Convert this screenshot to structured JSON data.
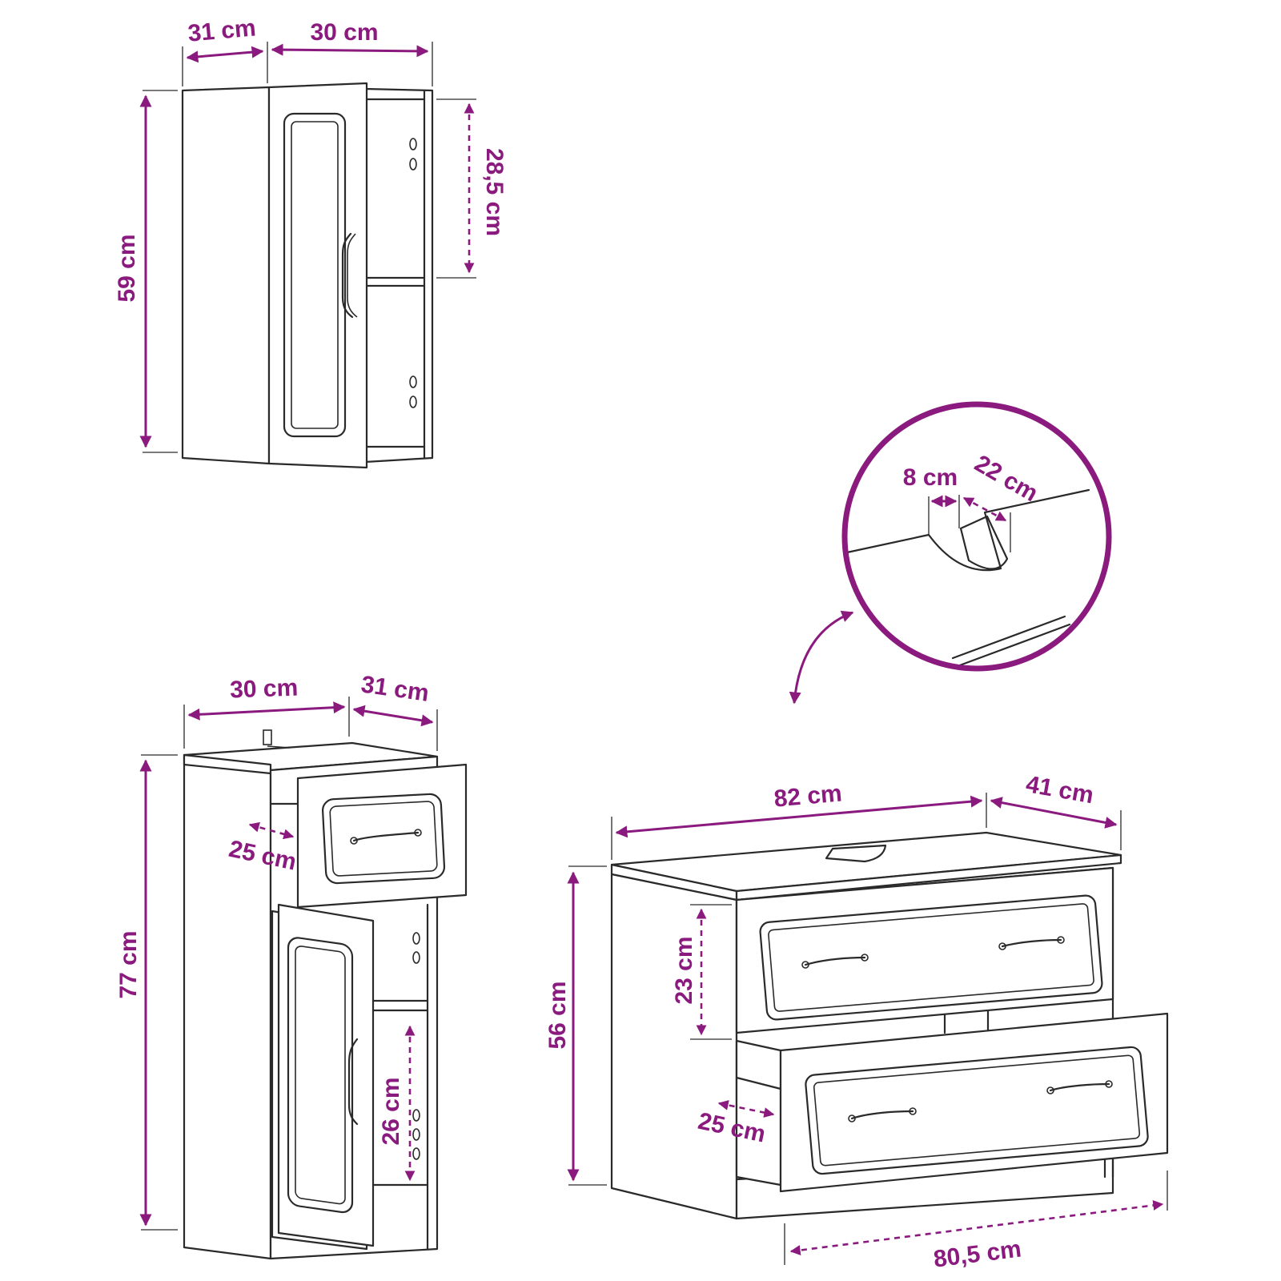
{
  "colors": {
    "dimension": "#8a1a7e",
    "outline": "#2a2a2a",
    "background": "#ffffff"
  },
  "wall_cabinet": {
    "depth": "31 cm",
    "width": "30 cm",
    "height": "59 cm",
    "shelf_height": "28,5 cm"
  },
  "tall_cabinet": {
    "width": "30 cm",
    "depth": "31 cm",
    "height": "77 cm",
    "drawer_depth": "25 cm",
    "shelf_height": "26 cm"
  },
  "detail": {
    "cutout_depth": "8 cm",
    "cutout_width": "22 cm"
  },
  "vanity": {
    "width": "82 cm",
    "depth": "41 cm",
    "height": "56 cm",
    "drawer_height": "23 cm",
    "drawer_depth": "25 cm",
    "inner_width": "80,5 cm"
  }
}
